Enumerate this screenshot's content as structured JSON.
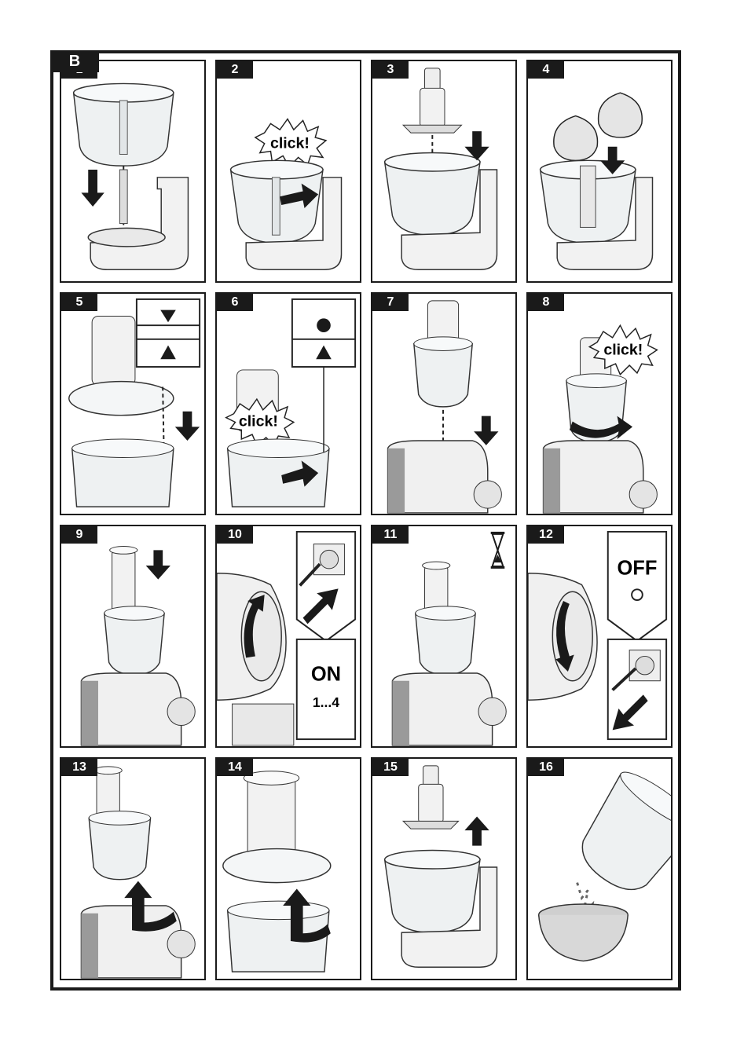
{
  "section": "B",
  "steps": [
    {
      "number": "1"
    },
    {
      "number": "2"
    },
    {
      "number": "3"
    },
    {
      "number": "4"
    },
    {
      "number": "5"
    },
    {
      "number": "6"
    },
    {
      "number": "7"
    },
    {
      "number": "8"
    },
    {
      "number": "9"
    },
    {
      "number": "10"
    },
    {
      "number": "11"
    },
    {
      "number": "12"
    },
    {
      "number": "13"
    },
    {
      "number": "14"
    },
    {
      "number": "15"
    },
    {
      "number": "16"
    }
  ],
  "labels": {
    "click_2": "click!",
    "click_6": "click!",
    "click_8": "click!",
    "on": "ON",
    "speed_range": "1...4",
    "off": "OFF"
  }
}
